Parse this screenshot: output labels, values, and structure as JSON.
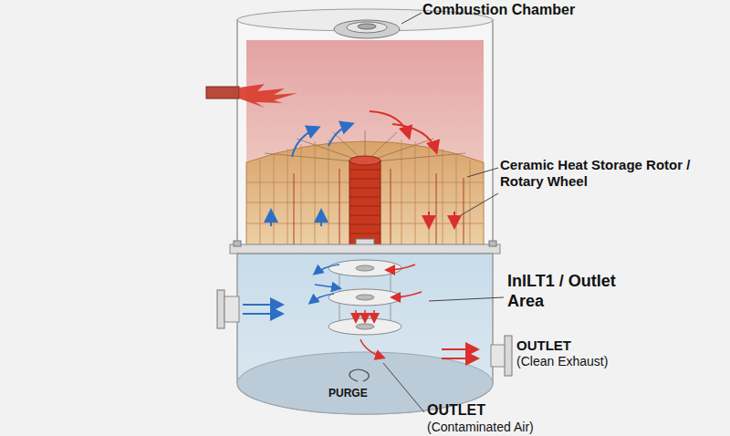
{
  "diagram": {
    "labels": [
      "Combustion Chamber",
      "Ceramic Heat Storage Rotor / Rotary Wheel",
      "InlLT1 / Outlet Area",
      "OUTLET",
      "(Clean Exhaust)",
      "PURGE",
      "OUTLET",
      "(Contaminated Air)"
    ]
  }
}
